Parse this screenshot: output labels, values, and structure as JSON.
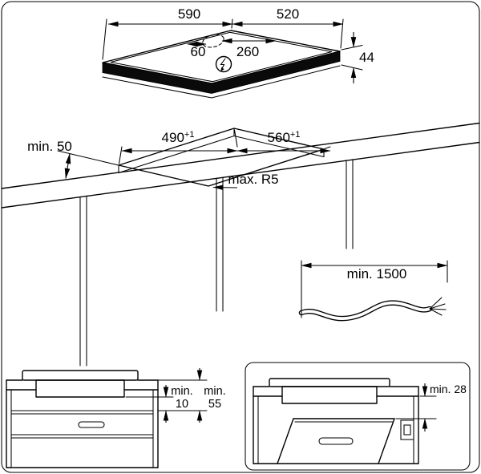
{
  "colors": {
    "ink": "#000000",
    "paper": "#ffffff"
  },
  "top_view": {
    "width": "590",
    "depth": "520",
    "connection_offset_left": "60",
    "connection_offset_right": "260",
    "height": "44"
  },
  "worktop_view": {
    "front_clearance": "min. 50",
    "cutout_depth": "490",
    "cutout_depth_tolerance": "+1",
    "cutout_width": "560",
    "cutout_width_tolerance": "+1",
    "corner_radius": "max. R5"
  },
  "cable_view": {
    "cable_length": "min. 1500"
  },
  "drawer_section": {
    "gap_label": "min.",
    "gap_value": "10",
    "clearance_label": "min.",
    "clearance_value": "55"
  },
  "oven_section": {
    "clearance": "min. 28"
  }
}
